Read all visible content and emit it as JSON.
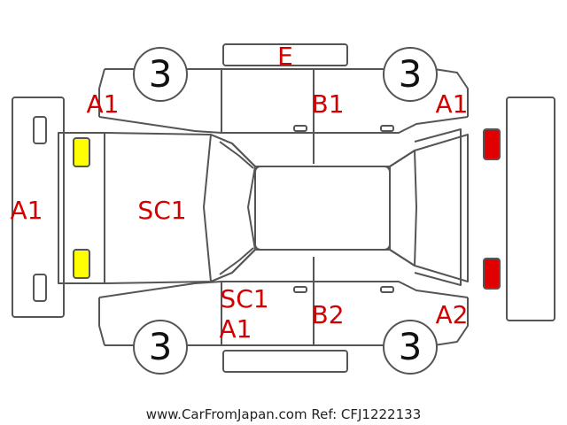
{
  "colors": {
    "outline": "#555555",
    "label": "#d40000",
    "front_lamp_fill": "#ffff00",
    "rear_lamp_fill": "#e00000"
  },
  "wheels": [
    {
      "id": "front-left",
      "number": "3"
    },
    {
      "id": "rear-left",
      "number": "3"
    },
    {
      "id": "front-right",
      "number": "3"
    },
    {
      "id": "rear-right",
      "number": "3"
    }
  ],
  "damage_labels": [
    {
      "id": "top-roof",
      "text": "E"
    },
    {
      "id": "front-left-fender",
      "text": "A1"
    },
    {
      "id": "front-left-door",
      "text": "B1"
    },
    {
      "id": "rear-left-quarter",
      "text": "A1"
    },
    {
      "id": "front-bumper",
      "text": "A1"
    },
    {
      "id": "hood",
      "text": "SC1"
    },
    {
      "id": "front-right-pillar",
      "text": "SC1"
    },
    {
      "id": "front-right-fender",
      "text": "A1"
    },
    {
      "id": "front-right-door",
      "text": "B2"
    },
    {
      "id": "rear-right-quarter",
      "text": "A2"
    }
  ],
  "footer": {
    "text": "www.CarFromJapan.com Ref: CFJ1222133"
  }
}
